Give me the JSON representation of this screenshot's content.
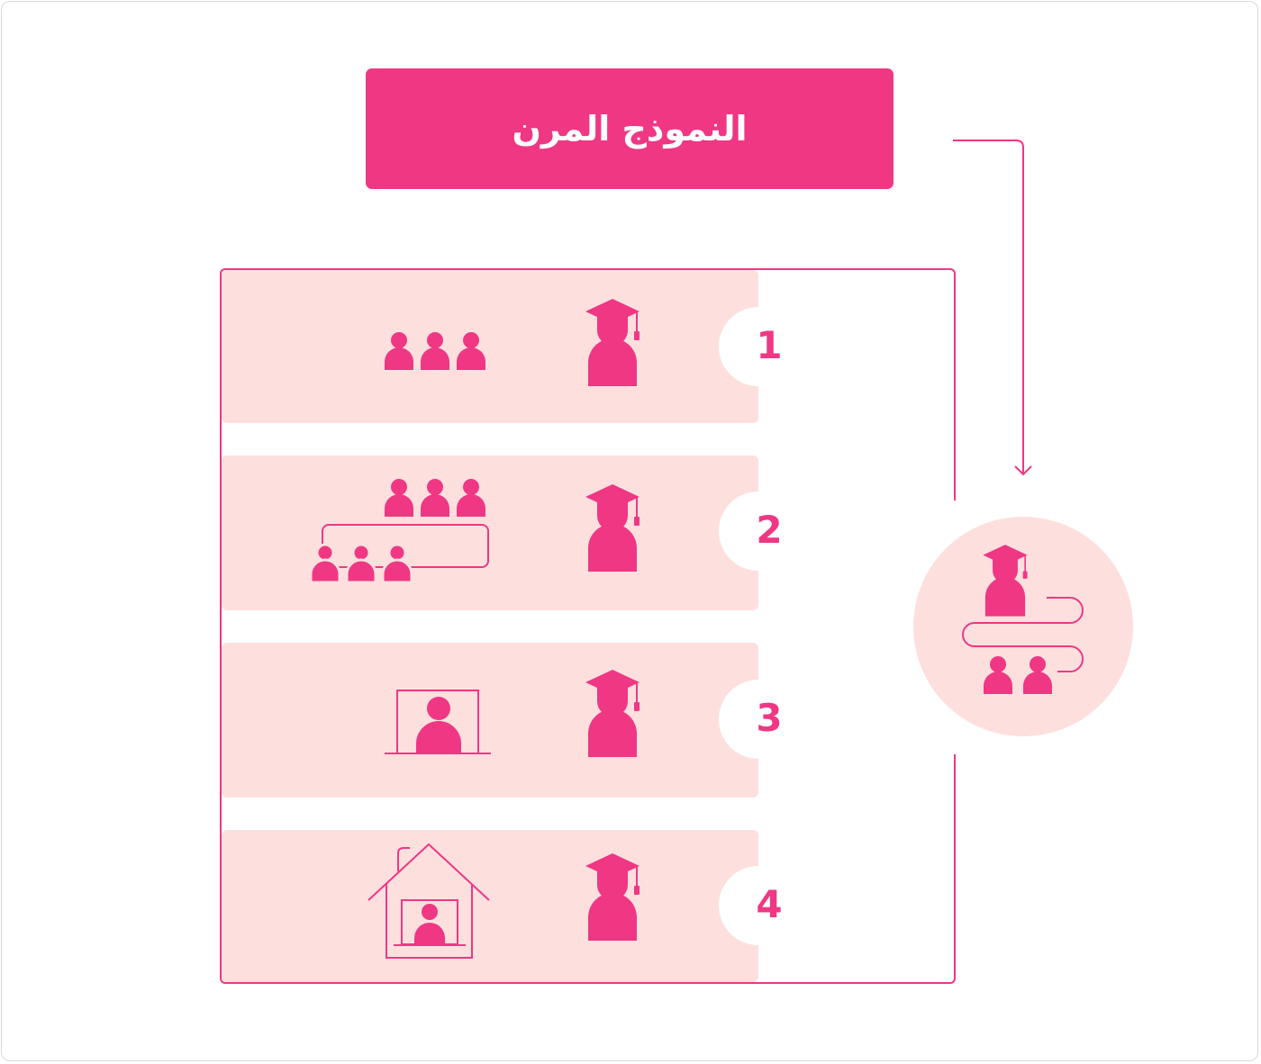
{
  "title": "النموذج المرن",
  "colors": {
    "accent": "#ef3784",
    "band": "#fde0de",
    "circle": "#fde0de"
  },
  "rows": [
    {
      "number": "1",
      "icons": [
        "graduate-icon",
        "group-of-three-people-icon"
      ]
    },
    {
      "number": "2",
      "icons": [
        "graduate-icon",
        "two-groups-of-people-icon"
      ]
    },
    {
      "number": "3",
      "icons": [
        "graduate-icon",
        "laptop-video-call-icon"
      ]
    },
    {
      "number": "4",
      "icons": [
        "graduate-icon",
        "home-laptop-icon"
      ]
    }
  ],
  "flex_circle": {
    "icons": [
      "graduate-icon",
      "winding-path-icon",
      "two-people-icon"
    ]
  }
}
